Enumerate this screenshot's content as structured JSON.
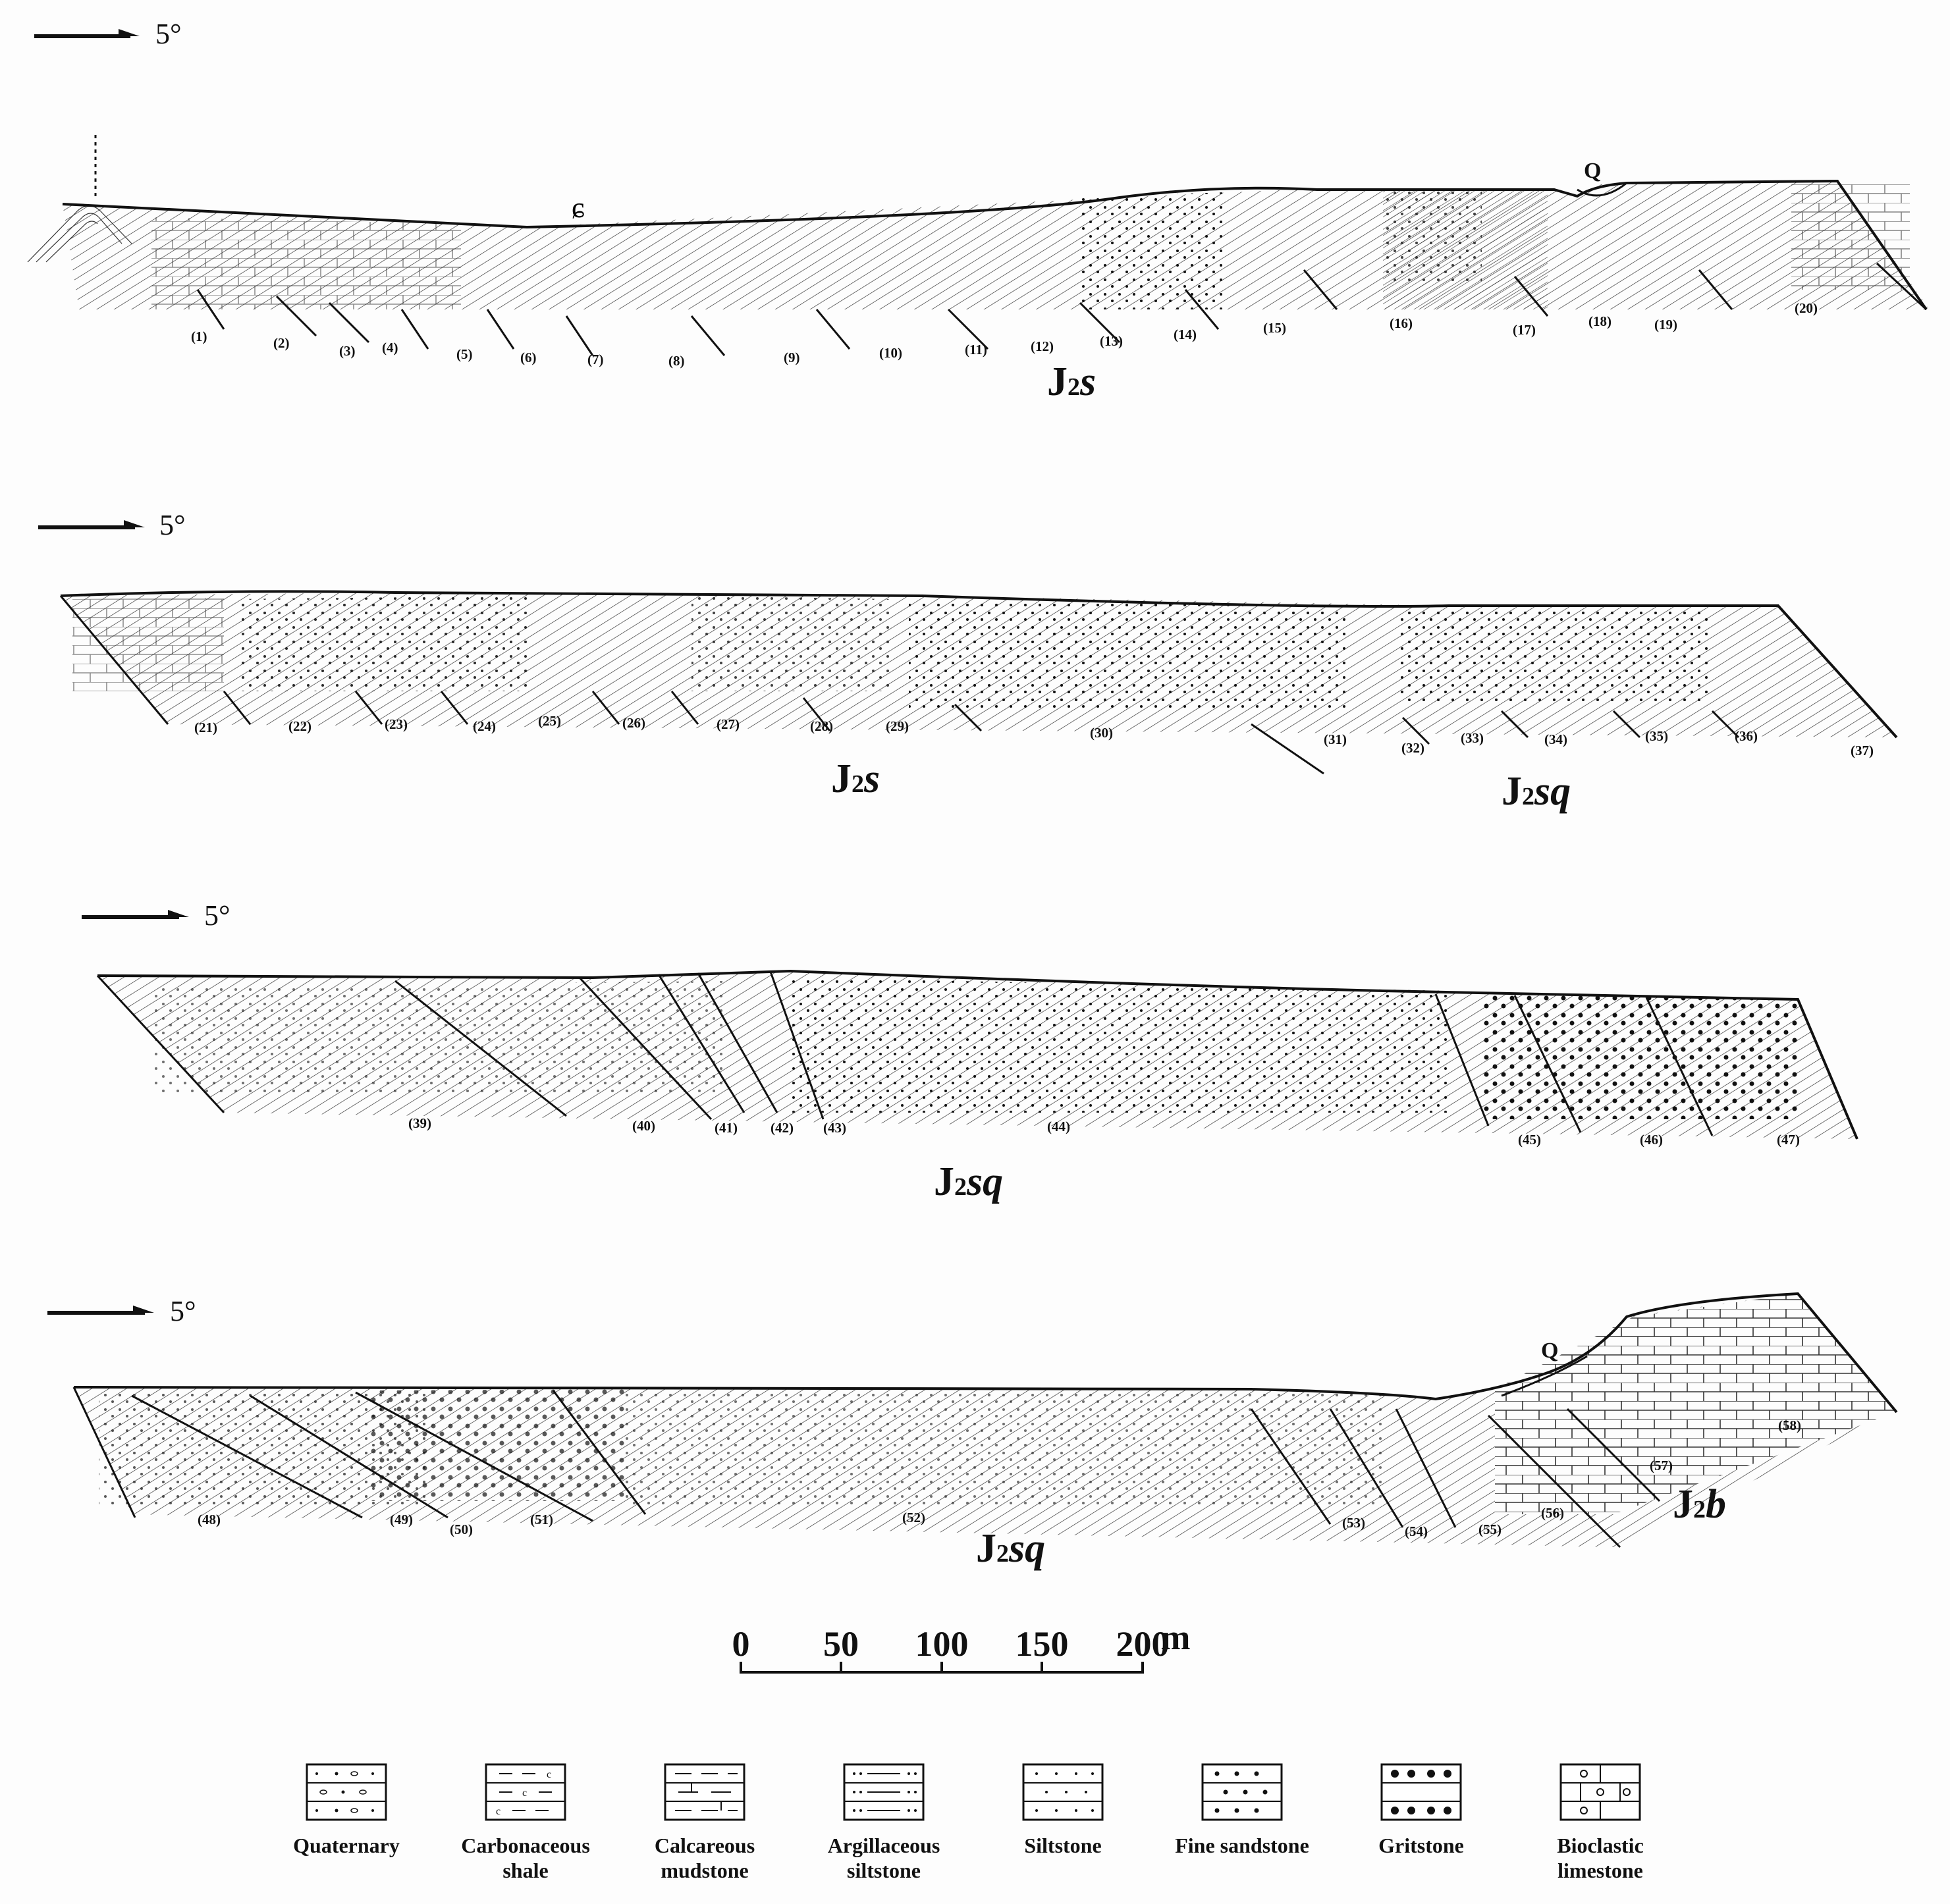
{
  "dip_label": "5°",
  "quaternary_label": "Q",
  "sections": [
    {
      "beds": [
        "(1)",
        "(2)",
        "(3)",
        "(4)",
        "(5)",
        "(6)",
        "(7)",
        "(8)",
        "(9)",
        "(10)",
        "(11)",
        "(12)",
        "(13)",
        "(14)",
        "(15)",
        "(16)",
        "(17)",
        "(18)",
        "(19)",
        "(20)"
      ],
      "formations": [
        {
          "main": "J",
          "sub": "2",
          "ital": "s"
        }
      ]
    },
    {
      "beds": [
        "(21)",
        "(22)",
        "(23)",
        "(24)",
        "(25)",
        "(26)",
        "(27)",
        "(28)",
        "(29)",
        "(30)",
        "(31)",
        "(32)",
        "(33)",
        "(34)",
        "(35)",
        "(36)",
        "(37)"
      ],
      "formations": [
        {
          "main": "J",
          "sub": "2",
          "ital": "s"
        },
        {
          "main": "J",
          "sub": "2",
          "ital": "sq"
        }
      ]
    },
    {
      "beds": [
        "(39)",
        "(40)",
        "(41)",
        "(42)",
        "(43)",
        "(44)",
        "(45)",
        "(46)",
        "(47)"
      ],
      "formations": [
        {
          "main": "J",
          "sub": "2",
          "ital": "sq"
        }
      ]
    },
    {
      "beds": [
        "(48)",
        "(49)",
        "(50)",
        "(51)",
        "(52)",
        "(53)",
        "(54)",
        "(55)",
        "(56)",
        "(57)",
        "(58)"
      ],
      "formations": [
        {
          "main": "J",
          "sub": "2",
          "ital": "sq"
        },
        {
          "main": "J",
          "sub": "2",
          "ital": "b"
        }
      ]
    }
  ],
  "scale": {
    "ticks": [
      "0",
      "50",
      "100",
      "150",
      "200"
    ],
    "unit": "m"
  },
  "legend": [
    {
      "label": "Quaternary",
      "icon": "quaternary-pattern"
    },
    {
      "label_lines": [
        "Carbonaceous",
        "shale"
      ],
      "icon": "carbonaceous-shale-pattern"
    },
    {
      "label_lines": [
        "Calcareous",
        "mudstone"
      ],
      "icon": "calcareous-mudstone-pattern"
    },
    {
      "label_lines": [
        "Argillaceous",
        "siltstone"
      ],
      "icon": "argillaceous-siltstone-pattern"
    },
    {
      "label": "Siltstone",
      "icon": "siltstone-pattern"
    },
    {
      "label": "Fine sandstone",
      "icon": "fine-sandstone-pattern"
    },
    {
      "label": "Gritstone",
      "icon": "gritstone-pattern"
    },
    {
      "label_lines": [
        "Bioclastic",
        "limestone"
      ],
      "icon": "bioclastic-limestone-pattern"
    }
  ]
}
